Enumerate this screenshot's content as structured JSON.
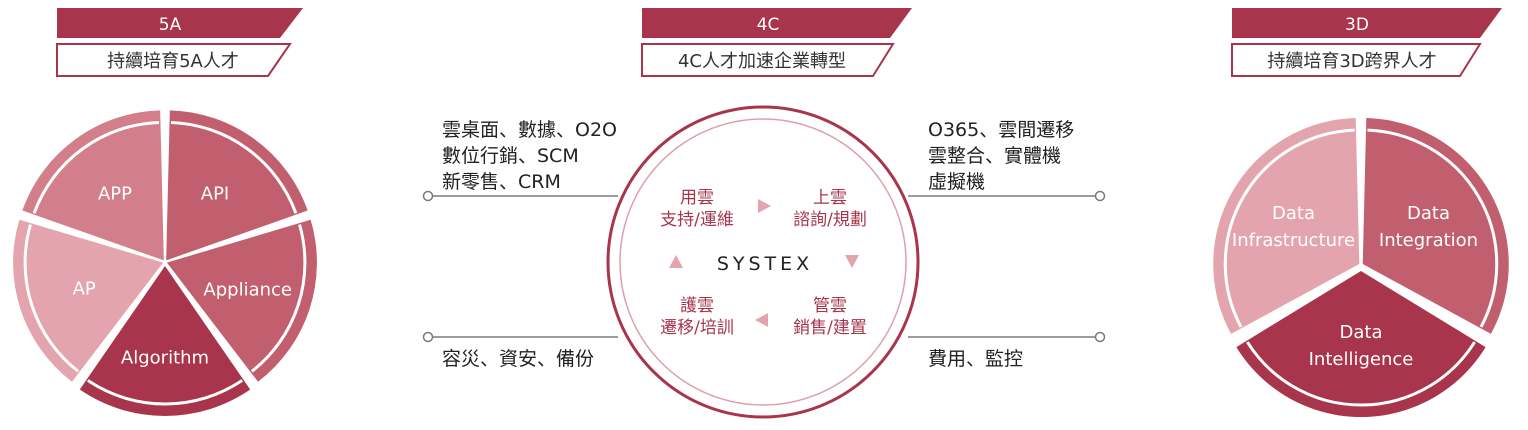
{
  "colors": {
    "dark": "#a8354b",
    "medium": "#c25f6e",
    "light": "#d27f8b",
    "pale": "#e3a4ae",
    "ring_line": "#c77683",
    "line_gray": "#7a7a7a",
    "text_dark": "#222222"
  },
  "section_5a": {
    "tag": "5A",
    "subtitle": "持續培育5A人才",
    "segments": [
      {
        "label": "APP",
        "shade": "light"
      },
      {
        "label": "API",
        "shade": "medium"
      },
      {
        "label": "Appliance",
        "shade": "medium"
      },
      {
        "label": "Algorithm",
        "shade": "dark"
      },
      {
        "label": "AP",
        "shade": "pale"
      }
    ]
  },
  "section_4c": {
    "tag": "4C",
    "subtitle": "4C人才加速企業轉型",
    "center_logo": "SYSTEX",
    "quadrants": {
      "top_left": {
        "line1": "用雲",
        "line2": "支持/運維"
      },
      "top_right": {
        "line1": "上雲",
        "line2": "諮詢/規劃"
      },
      "bottom_left": {
        "line1": "護雲",
        "line2": "遷移/培訓"
      },
      "bottom_right": {
        "line1": "管雲",
        "line2": "銷售/建置"
      }
    },
    "callouts": {
      "top_left": [
        "雲桌面、數據、O2O",
        "數位行銷、SCM",
        "新零售、CRM"
      ],
      "top_right": [
        "O365、雲間遷移",
        "雲整合、實體機",
        "虛擬機"
      ],
      "bottom_left": [
        "容災、資安、備份"
      ],
      "bottom_right": [
        "費用、監控"
      ]
    }
  },
  "section_3d": {
    "tag": "3D",
    "subtitle": "持續培育3D跨界人才",
    "segments": [
      {
        "line1": "Data",
        "line2": "Infrastructure",
        "shade": "pale"
      },
      {
        "line1": "Data",
        "line2": "Integration",
        "shade": "medium"
      },
      {
        "line1": "Data",
        "line2": "Intelligence",
        "shade": "dark"
      }
    ]
  }
}
